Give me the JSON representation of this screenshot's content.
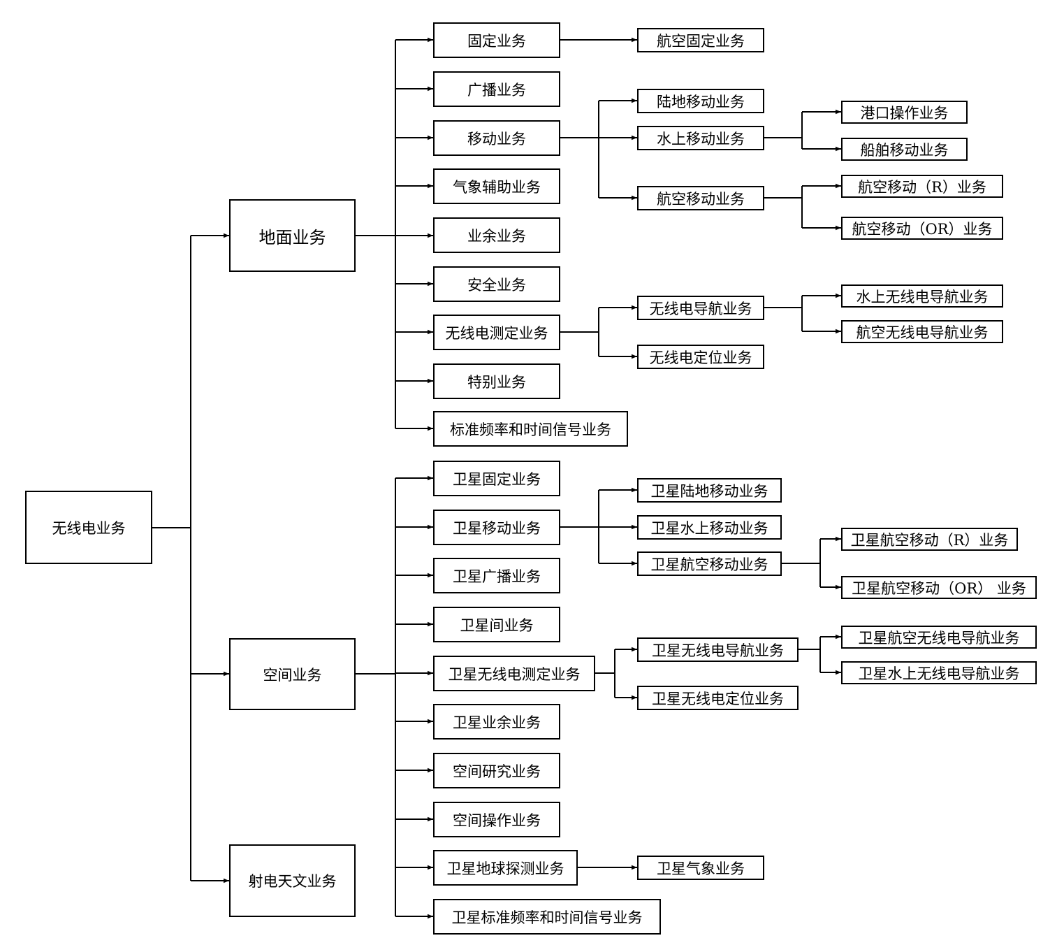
{
  "colors": {
    "stroke": "#000000",
    "background": "#ffffff"
  },
  "tree": {
    "root": "无线电业务",
    "terrestrial": {
      "label": "地面业务",
      "fixed": {
        "label": "固定业务",
        "aero_fixed": "航空固定业务"
      },
      "broadcasting": "广播业务",
      "mobile": {
        "label": "移动业务",
        "land_mobile": "陆地移动业务",
        "maritime_mobile": {
          "label": "水上移动业务",
          "port_operations": "港口操作业务",
          "ship_movement": "船舶移动业务"
        },
        "aero_mobile": {
          "label": "航空移动业务",
          "aero_mobile_r": "航空移动（R）业务",
          "aero_mobile_or": "航空移动（OR）业务"
        }
      },
      "met_aids": "气象辅助业务",
      "amateur": "业余业务",
      "safety": "安全业务",
      "radiodetermination": {
        "label": "无线电测定业务",
        "radionavigation": {
          "label": "无线电导航业务",
          "maritime_radionav": "水上无线电导航业务",
          "aero_radionav": "航空无线电导航业务"
        },
        "radiolocation": "无线电定位业务"
      },
      "special": "特别业务",
      "std_freq_time": "标准频率和时间信号业务"
    },
    "space": {
      "label": "空间业务",
      "sat_fixed": "卫星固定业务",
      "sat_mobile": {
        "label": "卫星移动业务",
        "sat_land_mobile": "卫星陆地移动业务",
        "sat_maritime_mobile": "卫星水上移动业务",
        "sat_aero_mobile": {
          "label": "卫星航空移动业务",
          "sat_aero_mobile_r": "卫星航空移动（R）业务",
          "sat_aero_mobile_or": "卫星航空移动（OR） 业务"
        }
      },
      "sat_broadcasting": "卫星广播业务",
      "inter_satellite": "卫星间业务",
      "sat_radiodetermination": {
        "label": "卫星无线电测定业务",
        "sat_radionav": {
          "label": "卫星无线电导航业务",
          "sat_aero_radionav": "卫星航空无线电导航业务",
          "sat_maritime_radionav": "卫星水上无线电导航业务"
        },
        "sat_radiolocation": "卫星无线电定位业务"
      },
      "sat_amateur": "卫星业余业务",
      "space_research": "空间研究业务",
      "space_operation": "空间操作业务",
      "earth_exploration": {
        "label": "卫星地球探测业务",
        "sat_meteorology": "卫星气象业务"
      },
      "sat_std_freq_time": "卫星标准频率和时间信号业务"
    },
    "radio_astronomy": "射电天文业务"
  }
}
